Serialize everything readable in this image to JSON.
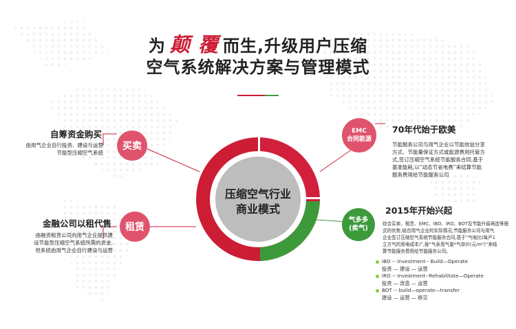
{
  "title": {
    "line1_prefix": "为",
    "line1_emph": "颠 覆",
    "line1_suffix": "而生,升级用户压缩",
    "line2": "空气系统解决方案与管理模式"
  },
  "colors": {
    "red": "#cc1d35",
    "green": "#3d9a3b",
    "gray": "#bdbdbd",
    "pink": "#e0536d"
  },
  "center": {
    "line1": "压缩空气行业",
    "line2": "商业模式"
  },
  "left_top": {
    "bubble": "买卖",
    "heading": "自筹资金购买",
    "text": [
      "由用气企业自行投资、建设与运营",
      "节能型压缩空气系统"
    ]
  },
  "left_bottom": {
    "bubble": "租赁",
    "heading": "金融公司以租代售",
    "text": [
      "由融资租赁公司向用气企业提供建",
      "设节能型压缩空气系统所需的资金,",
      "但系统由用气企业自行建设与运营"
    ]
  },
  "right_top": {
    "bubble_line1": "EMC",
    "bubble_line2": "合同能源",
    "heading": "70年代始于欧美",
    "text": [
      "节能服务公司与用气企业以节能效益分享",
      "方式、节能量保证方式或能源费用托管方",
      "式,签订压缩空气系统节能服务合同,基于",
      "基准能耗,以“动态节省电费”来结算节能",
      "服务费用给节能服务公司"
    ]
  },
  "right_bottom": {
    "bubble_line1": "气多多",
    "bubble_line2": "(卖气)",
    "heading": "2015年开始兴起",
    "text": [
      "综合买卖、租赁、EMC、IBO、IRO、BOT及节能升级再造等模",
      "式的优势,结合用气企业的实际情况,节能服务公司与用气",
      "企业签订压缩空气系统节能服务合同,基于“气电比(每产1",
      "立方气的用电成本)”,按“气表用气量*气单价(元/m³)”来结",
      "算节能服务费用给节能服务公司。"
    ],
    "list": [
      {
        "line1": "IBO -- Investment-- Build—Operate",
        "line2": "投资 — 建设 — 运营"
      },
      {
        "line1": "IRO -- Investment--Rehabilitate—Operate",
        "line2": "投资 — 改造 — 运营"
      },
      {
        "line1": "BOT -- build—operate—transfer",
        "line2": "建设 — 运营 — 移交"
      }
    ]
  }
}
